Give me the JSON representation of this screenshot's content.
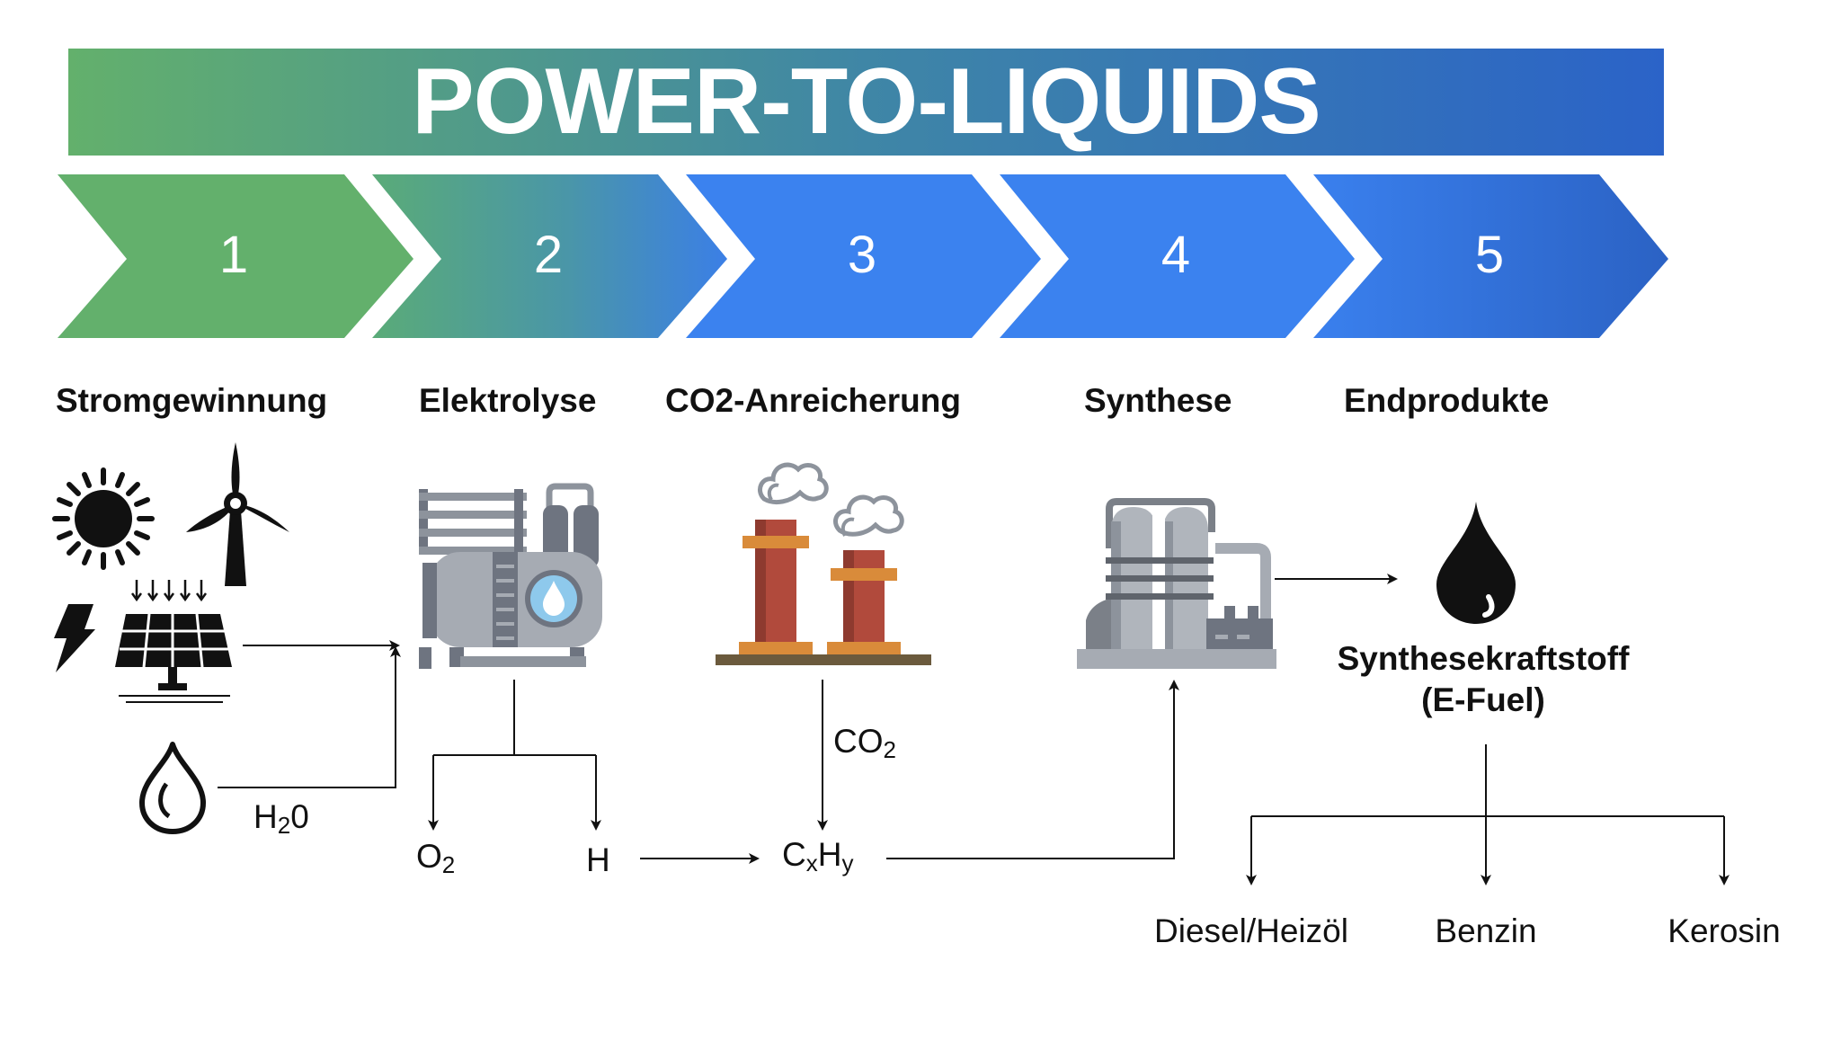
{
  "title": "POWER-TO-LIQUIDS",
  "steps": [
    "1",
    "2",
    "3",
    "4",
    "5"
  ],
  "stages": [
    "Stromgewinnung",
    "Elektrolyse",
    "CO2-Anreicherung",
    "Synthese",
    "Endprodukte"
  ],
  "colors": {
    "green": "#62b06e",
    "teal": "#4a9a9a",
    "blue": "#3b82ef",
    "dark_blue": "#2a63c6"
  },
  "labels": {
    "water": {
      "base": "H",
      "sub": "2",
      "tail": "0"
    },
    "oxygen": {
      "base": "O",
      "sub": "2"
    },
    "hydrogen": "H",
    "co2": {
      "base": "CO",
      "sub": "2"
    },
    "hydrocarbon": {
      "c": "C",
      "x": "x",
      "h": "H",
      "y": "y"
    }
  },
  "efuel": {
    "line1": "Synthesekraftstoff",
    "line2": "(E-Fuel)"
  },
  "products": [
    "Diesel/Heizöl",
    "Benzin",
    "Kerosin"
  ],
  "icons": [
    "sun-icon",
    "wind-turbine-icon",
    "lightning-icon",
    "solar-panel-icon",
    "water-drop-icon",
    "electrolyzer-icon",
    "factory-chimney-icon",
    "refinery-icon",
    "oil-drop-icon"
  ]
}
